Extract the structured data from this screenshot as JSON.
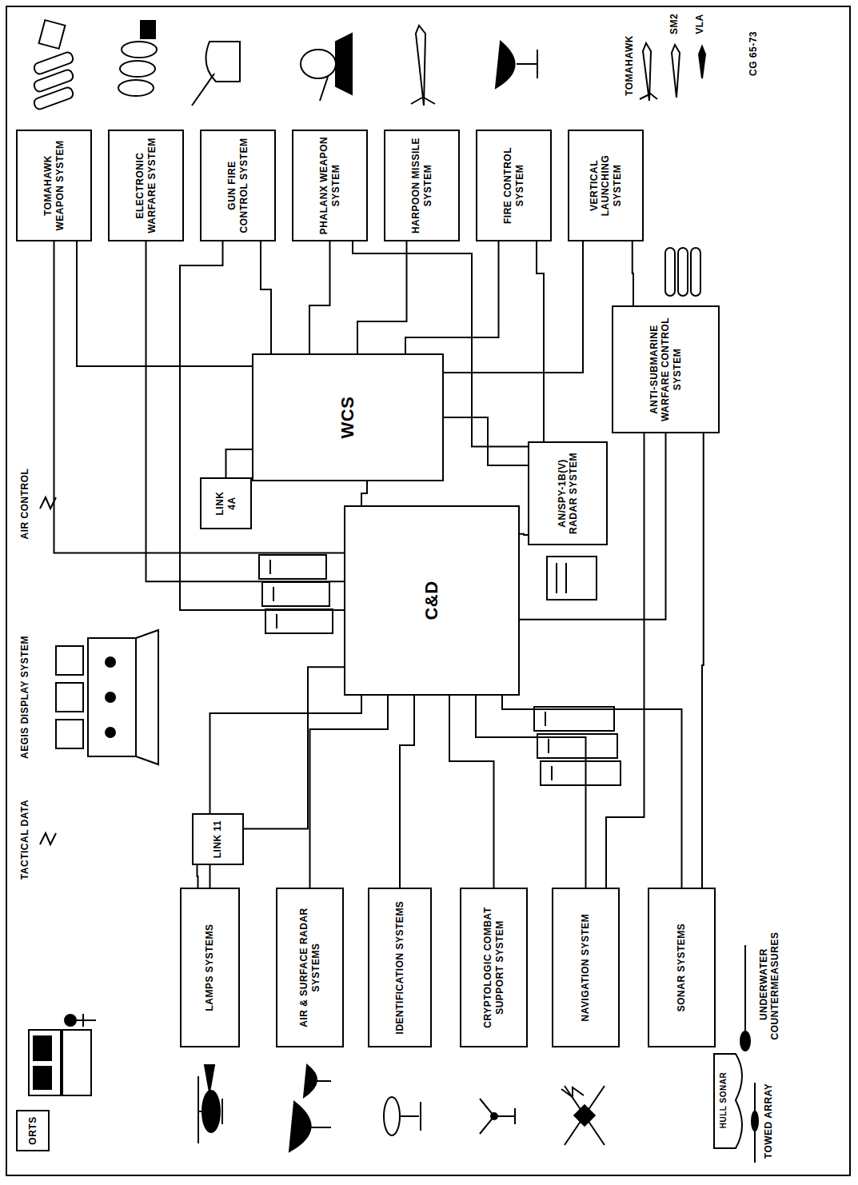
{
  "diagram": {
    "nodes": [
      {
        "text": [
          "ORTS"
        ]
      },
      {
        "text": [
          "LAMPS SYSTEMS"
        ]
      },
      {
        "text": [
          "AIR & SURFACE RADAR SYSTEMS"
        ]
      },
      {
        "text": [
          "IDENTIFICATION SYSTEMS"
        ]
      },
      {
        "text": [
          "CRYPTOLOGIC COMBAT SUPPORT SYSTEM"
        ]
      },
      {
        "text": [
          "NAVIGATION SYSTEM"
        ]
      },
      {
        "text": [
          "SONAR SYSTEMS"
        ]
      },
      {
        "text": [
          "LINK 11"
        ]
      },
      {
        "text": [
          "LINK 4A"
        ]
      },
      {
        "text": [
          "C&D"
        ]
      },
      {
        "text": [
          "WCS"
        ]
      },
      {
        "text": [
          "AN/SPY-1B(V) RADAR SYSTEM"
        ]
      },
      {
        "text": [
          "ANTI-SUBMARINE WARFARE CONTROL SYSTEM"
        ]
      },
      {
        "text": [
          "TOMAHAWK WEAPON SYSTEM"
        ]
      },
      {
        "text": [
          "ELECTRONIC WARFARE SYSTEM"
        ]
      },
      {
        "text": [
          "GUN FIRE CONTROL SYSTEM"
        ]
      },
      {
        "text": [
          "PHALANX WEAPON SYSTEM"
        ]
      },
      {
        "text": [
          "HARPOON MISSILE SYSTEM"
        ]
      },
      {
        "text": [
          "FIRE CONTROL SYSTEM"
        ]
      },
      {
        "text": [
          "VERTICAL LAUNCHING SYSTEM"
        ]
      }
    ],
    "edges": [
      {
        "from": 1,
        "to": 9,
        "arrow": "none"
      },
      {
        "from": 2,
        "to": 9,
        "arrow": "none"
      },
      {
        "from": 3,
        "to": 9,
        "arrow": "none"
      },
      {
        "from": 4,
        "to": 9,
        "arrow": "none"
      },
      {
        "from": 5,
        "to": 9,
        "arrow": "none"
      },
      {
        "from": 6,
        "to": 9,
        "arrow": "none"
      },
      {
        "from": 1,
        "to": 7,
        "arrow": "none"
      },
      {
        "from": 7,
        "to": 9,
        "arrow": "none"
      },
      {
        "from": 8,
        "to": 10,
        "arrow": "none"
      },
      {
        "from": 9,
        "to": 10,
        "arrow": "none"
      },
      {
        "from": 9,
        "to": 11,
        "arrow": "none"
      },
      {
        "from": 10,
        "to": 11,
        "arrow": "none"
      },
      {
        "from": 9,
        "to": 12,
        "arrow": "none"
      },
      {
        "from": 12,
        "to": 6,
        "arrow": "none"
      },
      {
        "from": 12,
        "to": 5,
        "arrow": "none"
      },
      {
        "from": 12,
        "to": 19,
        "arrow": "none"
      },
      {
        "from": 9,
        "to": 13,
        "arrow": "none"
      },
      {
        "from": 10,
        "to": 13,
        "arrow": "none"
      },
      {
        "from": 9,
        "to": 14,
        "arrow": "none"
      },
      {
        "from": 9,
        "to": 15,
        "arrow": "none"
      },
      {
        "from": 10,
        "to": 15,
        "arrow": "none"
      },
      {
        "from": 10,
        "to": 16,
        "arrow": "none"
      },
      {
        "from": 10,
        "to": 17,
        "arrow": "none"
      },
      {
        "from": 10,
        "to": 18,
        "arrow": "none"
      },
      {
        "from": 10,
        "to": 19,
        "arrow": "none"
      },
      {
        "from": 11,
        "to": 18,
        "arrow": "none"
      },
      {
        "from": 11,
        "to": 16,
        "arrow": "none"
      }
    ],
    "labels": [
      "TACTICAL DATA",
      "AEGIS DISPLAY SYSTEM",
      "AIR CONTROL",
      "TOMAHAWK",
      "SM2",
      "VLA",
      "CG 65-73",
      "TOWED ARRAY",
      "HULL SONAR",
      "UNDERWATER COUNTERMEASURES"
    ]
  }
}
